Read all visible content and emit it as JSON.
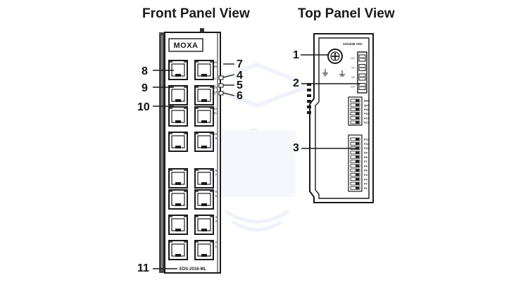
{
  "titles": {
    "front": "Front Panel View",
    "top": "Top Panel View"
  },
  "front_panel": {
    "brand_logo": "MOXA",
    "model_label": "EDS-2016-ML",
    "port_pair_labels": [
      {
        "upper": "16",
        "lower": "15"
      },
      {
        "upper": "14",
        "lower": "13"
      },
      {
        "upper": "12",
        "lower": "11"
      },
      {
        "upper": "10",
        "lower": "9"
      },
      {
        "upper": "8",
        "lower": "7"
      },
      {
        "upper": "6",
        "lower": "5"
      },
      {
        "upper": "4",
        "lower": "3"
      },
      {
        "upper": "2",
        "lower": "1"
      }
    ],
    "led_labels": [
      "P1",
      "P2",
      "F"
    ]
  },
  "top_panel": {
    "voltage_label": "12/24/48 VDC",
    "terminal_labels": [
      "V1+",
      "V1-",
      "V2-",
      "V2+"
    ],
    "dip_labels": [
      "BSP",
      "QoS",
      "P16",
      "P15",
      "P14",
      "P13",
      "P12",
      "P11",
      "P10",
      "P9",
      "P8",
      "P7",
      "P6",
      "P5",
      "P4",
      "P3",
      "P2",
      "P1"
    ]
  },
  "callouts": {
    "c1": "1",
    "c2": "2",
    "c3": "3",
    "c4": "4",
    "c5": "5",
    "c6": "6",
    "c7": "7",
    "c8": "8",
    "c9": "9",
    "c10": "10",
    "c11": "11"
  },
  "colors": {
    "outline": "#1a1a1a",
    "watermark": "#e3e9f5"
  }
}
